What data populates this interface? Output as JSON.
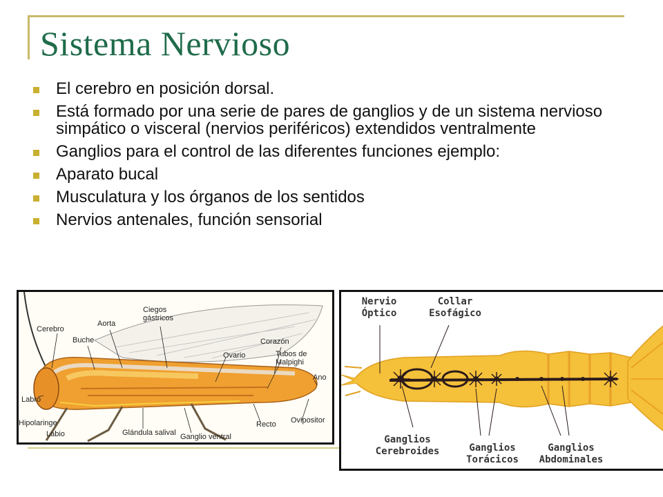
{
  "slide": {
    "title": "Sistema Nervioso",
    "bullets": [
      "El cerebro en posición dorsal.",
      "Está formado por una serie de pares de ganglios y de un sistema nervioso simpático o visceral (nervios periféricos) extendidos ventralmente",
      "Ganglios para el control de las diferentes funciones ejemplo:",
      "Aparato bucal",
      "Musculatura y los órganos de los sentidos",
      "Nervios antenales, función sensorial"
    ]
  },
  "figure_left": {
    "labels": {
      "cerebro": "Cerebro",
      "buche": "Buche",
      "aorta": "Aorta",
      "ciegos": "Ciegos gástricos",
      "corazon": "Corazón",
      "ovario": "Ovario",
      "tubos": "Tubos de Malpighi",
      "ano": "Ano",
      "labro": "Labro",
      "hipolaringe": "Hipolaringe",
      "labio": "Labio",
      "glandula": "Glándula salival",
      "ganglio": "Ganglio ventral",
      "recto": "Recto",
      "ovipositor": "Ovipositor"
    }
  },
  "figure_right": {
    "labels": {
      "nervio_optico": "Nervio\nÓptico",
      "collar": "Collar\nEsofágico",
      "cerebroides": "Ganglios\nCerebroides",
      "toracicos": "Ganglios\nTorácicos",
      "abdominales": "Ganglios\nAbdominales"
    }
  }
}
